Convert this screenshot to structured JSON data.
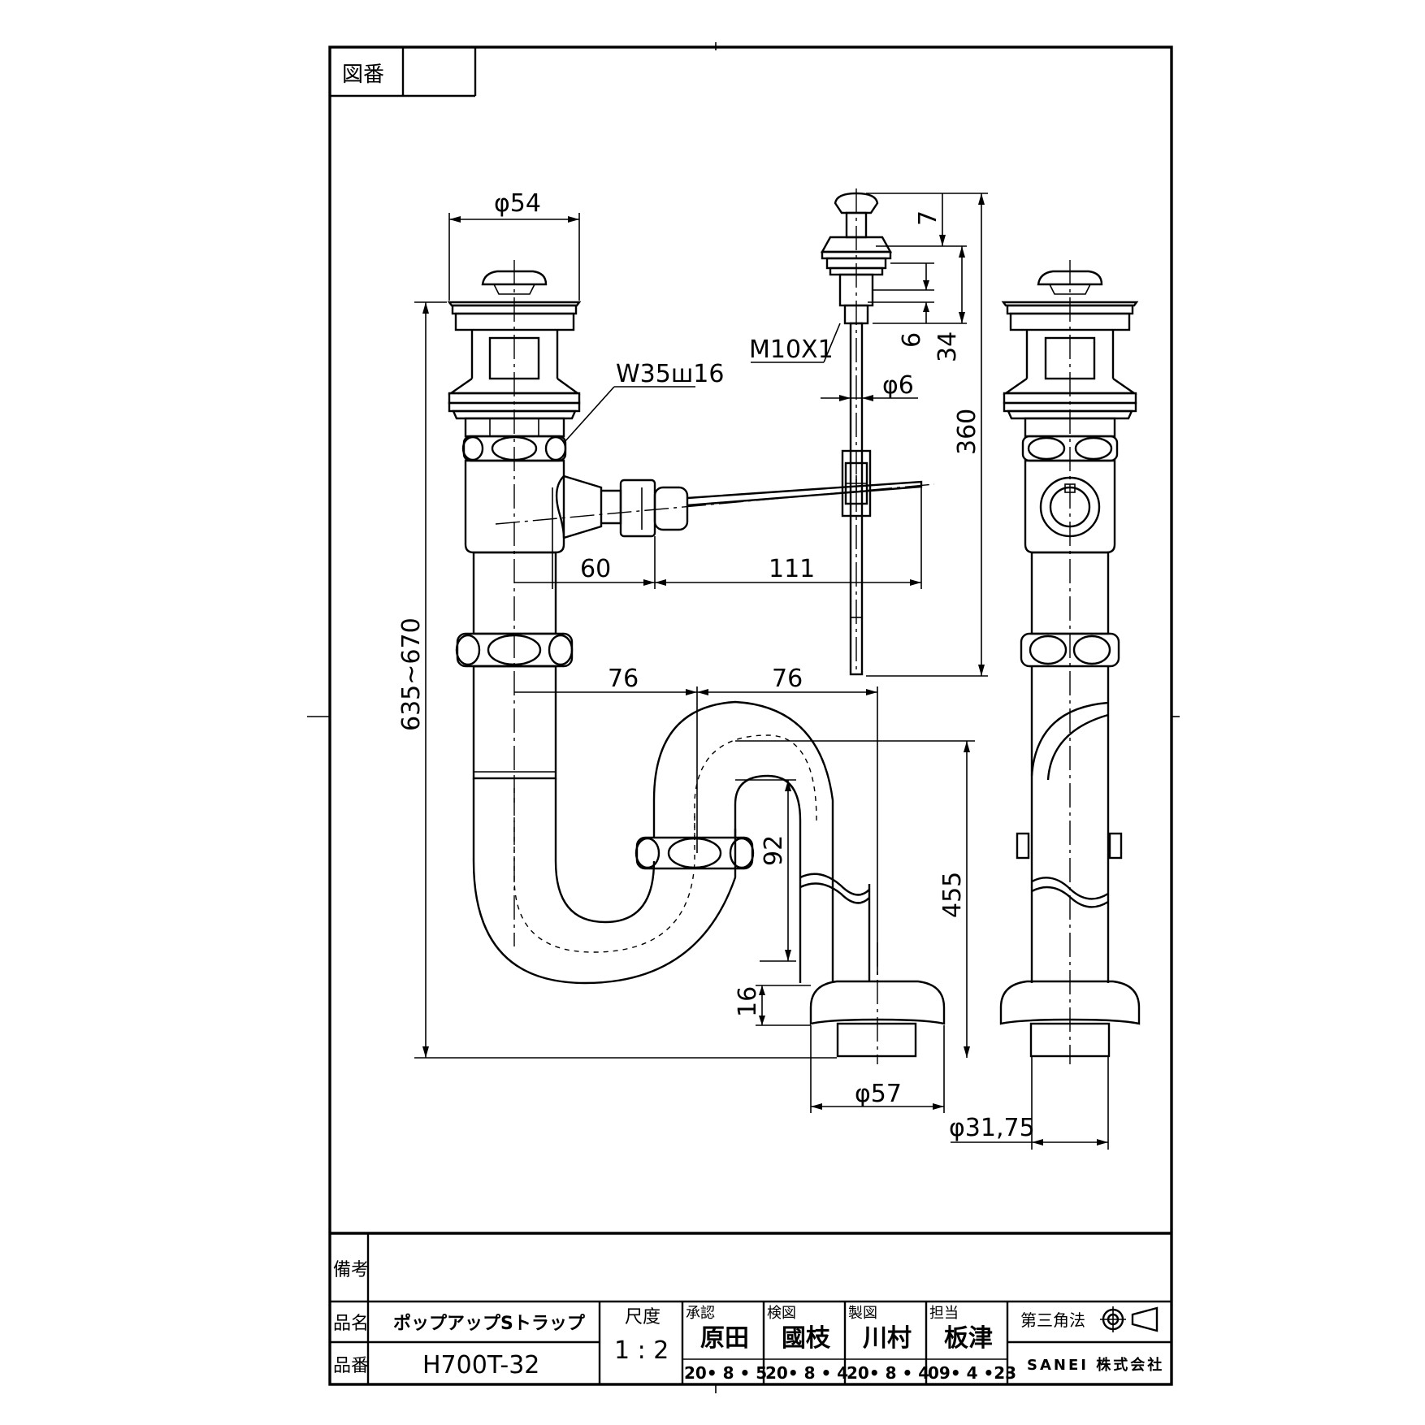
{
  "frame": {
    "drawing_number_label": "図番",
    "drawing_number_value": ""
  },
  "dimensions": {
    "dia_54": "φ54",
    "w35": "W35ш16",
    "m10": "M10X1",
    "dia_6": "φ6",
    "d7": "7",
    "d6": "6",
    "d34": "34",
    "d360": "360",
    "d60": "60",
    "d111": "111",
    "d76a": "76",
    "d76b": "76",
    "d635": "635~670",
    "d92": "92",
    "d455": "455",
    "d16": "16",
    "dia_57": "φ57",
    "dia_3175": "φ31,75"
  },
  "title_block": {
    "remarks_label": "備考",
    "remarks_value": "",
    "name_label": "品名",
    "name_value": "ポップアップSトラップ",
    "number_label": "品番",
    "number_value": "H700T-32",
    "scale_label": "尺度",
    "scale_value": "1 : 2",
    "approval_label": "承認",
    "approval_name": "原田",
    "approval_date": "20• 8 • 5",
    "check_label": "検図",
    "check_name": "國枝",
    "check_date": "20• 8 • 4",
    "draw_label": "製図",
    "draw_name": "川村",
    "draw_date": "20• 8 • 4",
    "charge_label": "担当",
    "charge_name": "板津",
    "charge_date": "09• 4 •23",
    "projection_label": "第三角法",
    "company": "SANEI 株式会社"
  }
}
